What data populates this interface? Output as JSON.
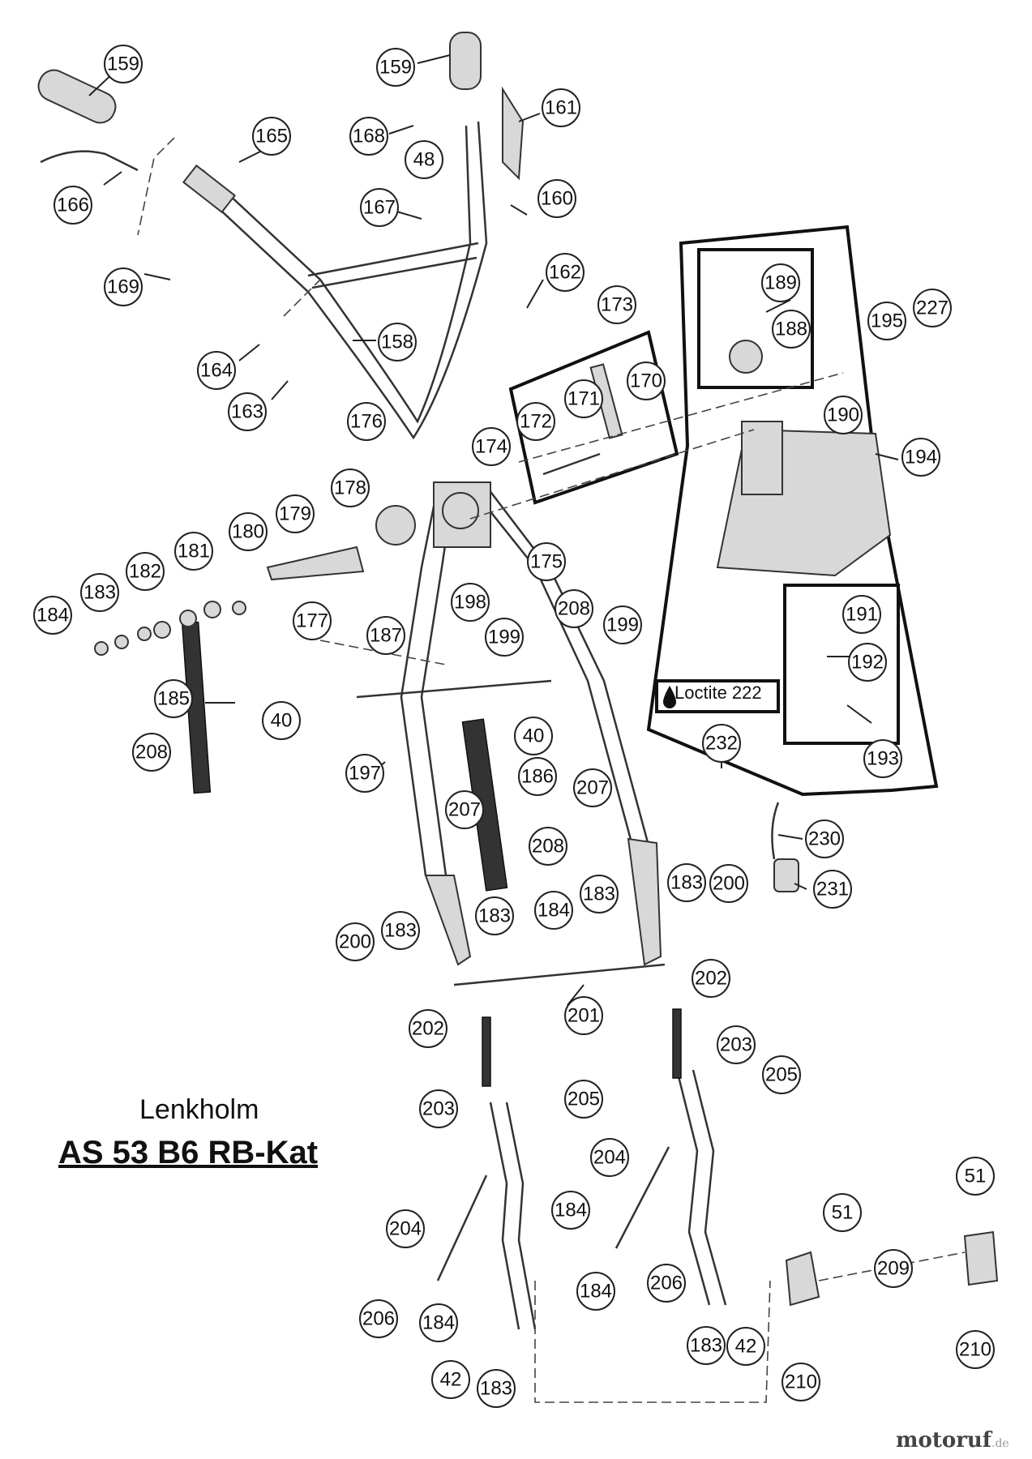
{
  "title": {
    "line1": "Lenkholm",
    "line2": "AS 53 B6 RB-Kat"
  },
  "loctite_label": "Loctite 222",
  "watermark": {
    "brand": "motoruf",
    "tld": ".de"
  },
  "callouts": [
    "159",
    "159",
    "161",
    "168",
    "165",
    "48",
    "166",
    "167",
    "160",
    "169",
    "162",
    "173",
    "189",
    "227",
    "195",
    "158",
    "164",
    "188",
    "171",
    "170",
    "172",
    "163",
    "190",
    "176",
    "174",
    "194",
    "178",
    "179",
    "180",
    "175",
    "181",
    "182",
    "183",
    "184",
    "177",
    "187",
    "198",
    "208",
    "199",
    "199",
    "191",
    "192",
    "232",
    "193",
    "185",
    "40",
    "40",
    "197",
    "208",
    "186",
    "207",
    "207",
    "208",
    "230",
    "231",
    "200",
    "183",
    "184",
    "183",
    "183",
    "183",
    "200",
    "202",
    "201",
    "202",
    "203",
    "205",
    "203",
    "205",
    "204",
    "51",
    "51",
    "204",
    "184",
    "206",
    "209",
    "206",
    "184",
    "184",
    "42",
    "183",
    "42",
    "183",
    "210",
    "210"
  ]
}
